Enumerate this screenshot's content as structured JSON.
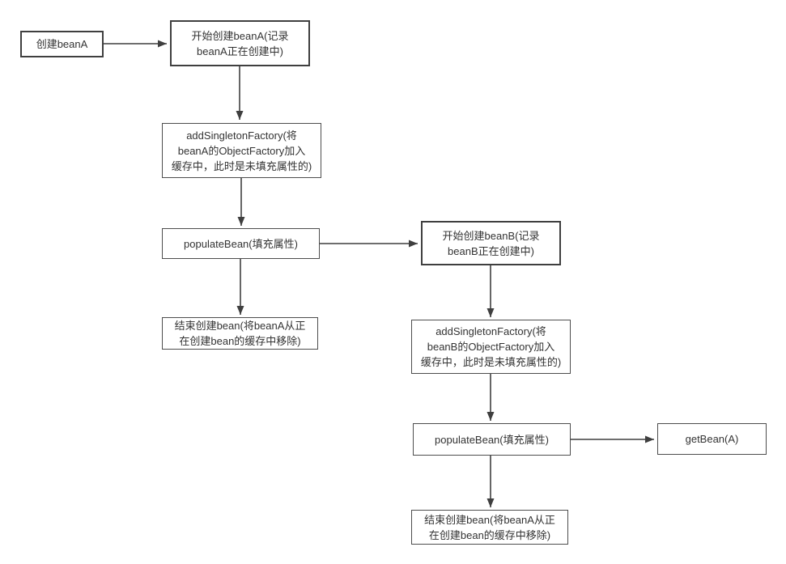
{
  "diagram": {
    "type": "flowchart",
    "background_color": "#ffffff",
    "stroke_color": "#3f3f3f",
    "text_color": "#333333",
    "nodes": [
      {
        "id": "create-beanA",
        "label": "创建beanA"
      },
      {
        "id": "start-create-beanA",
        "label": "开始创建beanA(记录\nbeanA正在创建中)"
      },
      {
        "id": "add-singleton-factory-beanA",
        "label": "addSingletonFactory(将\nbeanA的ObjectFactory加入\n缓存中，此时是未填充属性的)"
      },
      {
        "id": "populate-bean-A",
        "label": "populateBean(填充属性)"
      },
      {
        "id": "end-create-bean-A",
        "label": "结束创建bean(将beanA从正\n在创建bean的缓存中移除)"
      },
      {
        "id": "start-create-beanB",
        "label": "开始创建beanB(记录\nbeanB正在创建中)"
      },
      {
        "id": "add-singleton-factory-beanB",
        "label": "addSingletonFactory(将\nbeanB的ObjectFactory加入\n缓存中，此时是未填充属性的)"
      },
      {
        "id": "populate-bean-B",
        "label": "populateBean(填充属性)"
      },
      {
        "id": "get-bean-A",
        "label": "getBean(A)"
      },
      {
        "id": "end-create-bean-B",
        "label": "结束创建bean(将beanA从正\n在创建bean的缓存中移除)"
      }
    ],
    "edges": [
      {
        "from": "create-beanA",
        "to": "start-create-beanA"
      },
      {
        "from": "start-create-beanA",
        "to": "add-singleton-factory-beanA"
      },
      {
        "from": "add-singleton-factory-beanA",
        "to": "populate-bean-A"
      },
      {
        "from": "populate-bean-A",
        "to": "end-create-bean-A"
      },
      {
        "from": "populate-bean-A",
        "to": "start-create-beanB"
      },
      {
        "from": "start-create-beanB",
        "to": "add-singleton-factory-beanB"
      },
      {
        "from": "add-singleton-factory-beanB",
        "to": "populate-bean-B"
      },
      {
        "from": "populate-bean-B",
        "to": "get-bean-A"
      },
      {
        "from": "populate-bean-B",
        "to": "end-create-bean-B"
      }
    ]
  }
}
